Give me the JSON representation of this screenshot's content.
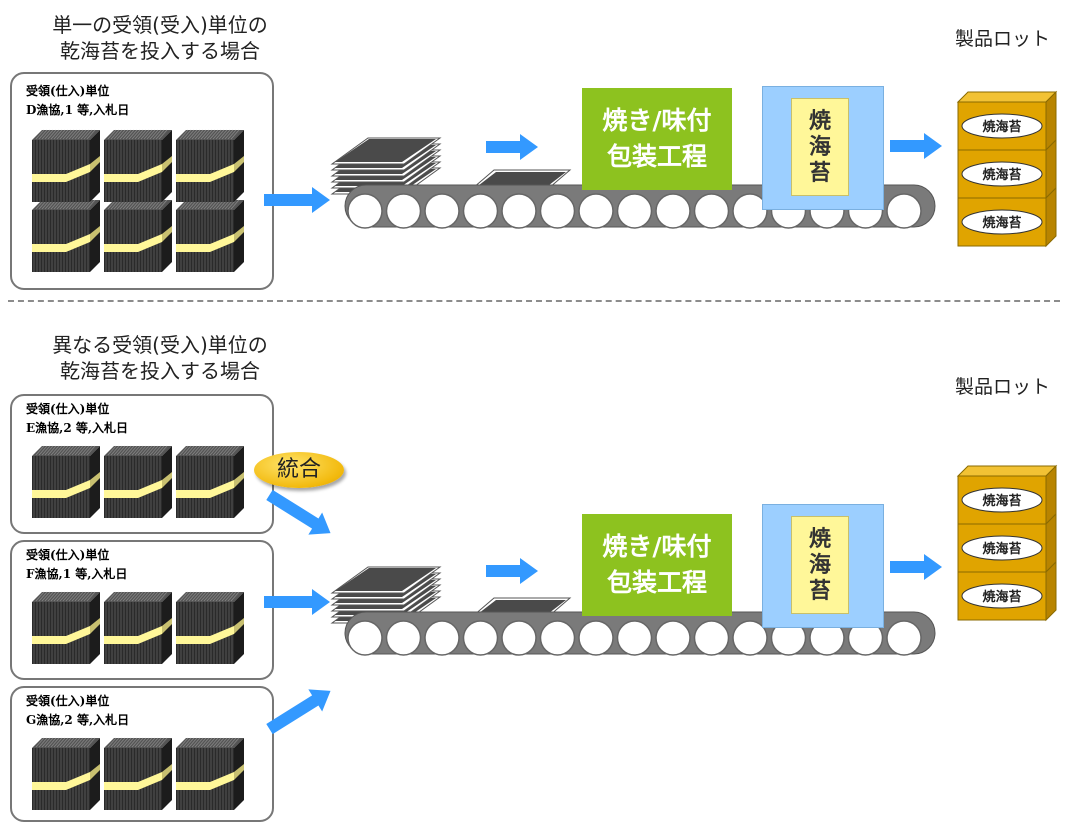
{
  "colors": {
    "arrow": "#3399ff",
    "process_green": "#8dc21f",
    "packaging_blue": "#9ccfff",
    "label_yellow": "#fff799",
    "box_gold": "#e0a400",
    "badge_gold": "#f2b90c",
    "divider": "#8c8c8c"
  },
  "top": {
    "heading_line1": "単一の受領(受入)単位の",
    "heading_line2": "乾海苔を投入する場合",
    "product_lot": "製品ロット",
    "lot": {
      "label_line1": "受領(仕入)単位",
      "label_line2": "D漁協,1 等,入札日"
    },
    "process_line1": "焼き/味付",
    "process_line2": "包装工程",
    "pack_label": [
      "焼",
      "海",
      "苔"
    ],
    "box_labels": [
      "焼海苔",
      "焼海苔",
      "焼海苔"
    ]
  },
  "bottom": {
    "heading_line1": "異なる受領(受入)単位の",
    "heading_line2": "乾海苔を投入する場合",
    "product_lot": "製品ロット",
    "merge_badge": "統合",
    "lots": [
      {
        "label_line1": "受領(仕入)単位",
        "label_line2": "E漁協,2 等,入札日"
      },
      {
        "label_line1": "受領(仕入)単位",
        "label_line2": "F漁協,1 等,入札日"
      },
      {
        "label_line1": "受領(仕入)単位",
        "label_line2": "G漁協,2 等,入札日"
      }
    ],
    "process_line1": "焼き/味付",
    "process_line2": "包装工程",
    "pack_label": [
      "焼",
      "海",
      "苔"
    ],
    "box_labels": [
      "焼海苔",
      "焼海苔",
      "焼海苔"
    ]
  }
}
